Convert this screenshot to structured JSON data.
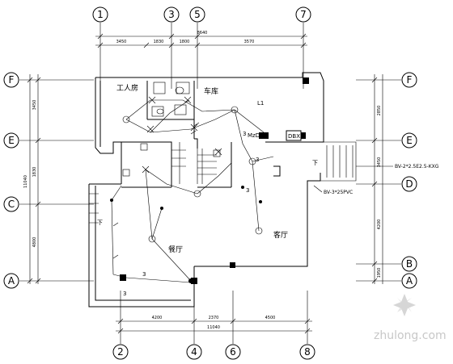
{
  "axes": {
    "top": [
      "1",
      "3",
      "5",
      "7"
    ],
    "bottom": [
      "2",
      "4",
      "6",
      "8"
    ],
    "left": [
      "F",
      "E",
      "C",
      "A"
    ],
    "right": [
      "F",
      "E",
      "D",
      "B",
      "A"
    ]
  },
  "dimensions": {
    "top_total": "8640",
    "top_segments": [
      "3450",
      "1830",
      "1800",
      "3570"
    ],
    "bottom_total": "11040",
    "bottom_segments": [
      "4200",
      "2370",
      "4500"
    ],
    "left_total": "11040",
    "left_segments": [
      "3450",
      "1830",
      "4800"
    ],
    "right_segments": [
      "2850",
      "3450",
      "4200",
      "1950"
    ]
  },
  "rooms": {
    "workroom": "工人房",
    "garage": "车库",
    "dining": "餐厅",
    "living": "客厅"
  },
  "annotations": {
    "line_l1": "L1",
    "panel": "MzD1",
    "meter_box": "DBX",
    "cable_spec": "BV-2*2.5E2.5-KXG",
    "conduit_spec": "BV-3*25PVC",
    "floor_below": "下",
    "wire_count": "3"
  },
  "watermark": "zhulong.com"
}
